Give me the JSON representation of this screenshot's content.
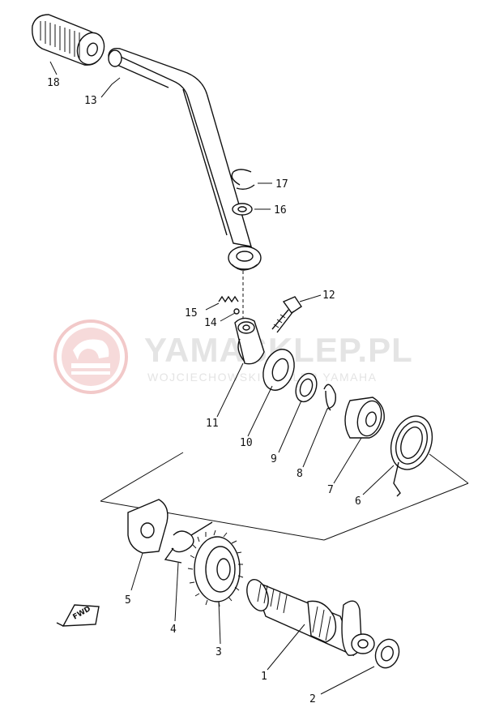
{
  "diagram": {
    "callouts": [
      {
        "id": "18",
        "label": "18"
      },
      {
        "id": "13",
        "label": "13"
      },
      {
        "id": "17",
        "label": "17"
      },
      {
        "id": "16",
        "label": "16"
      },
      {
        "id": "12",
        "label": "12"
      },
      {
        "id": "15",
        "label": "15"
      },
      {
        "id": "14",
        "label": "14"
      },
      {
        "id": "11",
        "label": "11"
      },
      {
        "id": "10",
        "label": "10"
      },
      {
        "id": "9",
        "label": "9"
      },
      {
        "id": "8",
        "label": "8"
      },
      {
        "id": "7",
        "label": "7"
      },
      {
        "id": "6",
        "label": "6"
      },
      {
        "id": "5",
        "label": "5"
      },
      {
        "id": "4",
        "label": "4"
      },
      {
        "id": "3",
        "label": "3"
      },
      {
        "id": "1",
        "label": "1"
      },
      {
        "id": "2",
        "label": "2"
      }
    ],
    "direction_marker": "FWD"
  },
  "watermark": {
    "title": "YAMASKLEP.PL",
    "subtitle": "WOJCIECHOWSKI DEALER YAMAHA",
    "color": "#e4e4e4",
    "logo_color": "#f2c9c9"
  }
}
